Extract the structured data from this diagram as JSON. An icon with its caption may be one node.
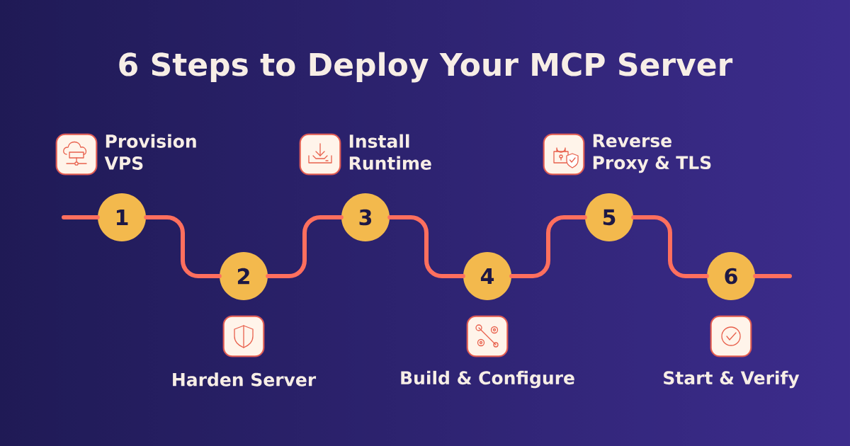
{
  "diagram": {
    "title": "6 Steps to Deploy Your MCP Server",
    "nodes": [
      {
        "text": [
          "1"
        ],
        "beside": [
          "Provision VPS"
        ]
      },
      {
        "text": [
          "2"
        ],
        "beside": [
          "Harden Server"
        ]
      },
      {
        "text": [
          "3"
        ],
        "beside": [
          "Install Runtime"
        ]
      },
      {
        "text": [
          "4"
        ],
        "beside": [
          "Build & Configure"
        ]
      },
      {
        "text": [
          "5"
        ],
        "beside": [
          "Reverse Proxy & TLS"
        ]
      },
      {
        "text": [
          "6"
        ],
        "beside": [
          "Start & Verify"
        ]
      }
    ],
    "edges": [
      {
        "from": null,
        "to": 0,
        "arrow": "none"
      },
      {
        "from": 0,
        "to": 1,
        "arrow": "none"
      },
      {
        "from": 1,
        "to": 2,
        "arrow": "none"
      },
      {
        "from": 2,
        "to": 3,
        "arrow": "none"
      },
      {
        "from": 3,
        "to": 4,
        "arrow": "none"
      },
      {
        "from": 4,
        "to": 5,
        "arrow": "none"
      },
      {
        "from": 5,
        "to": null,
        "arrow": "none"
      }
    ]
  }
}
